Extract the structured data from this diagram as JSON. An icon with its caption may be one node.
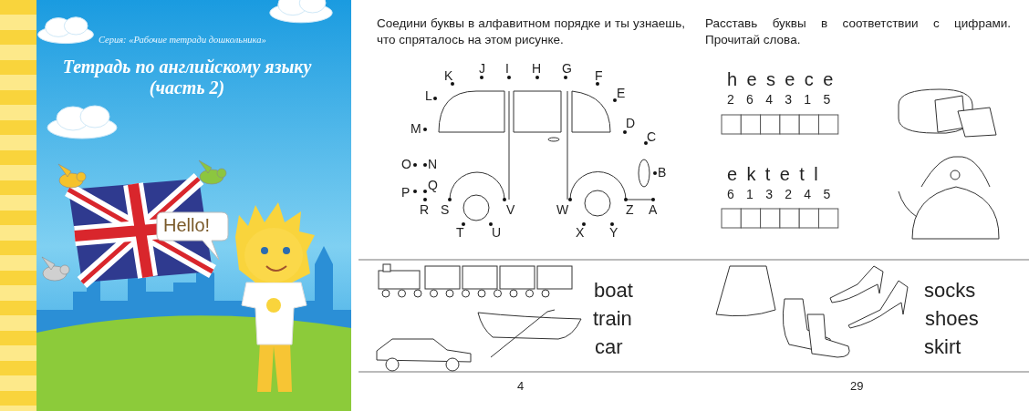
{
  "diagram": {
    "title": "Тетрадь по английскому языку (часть 2)",
    "nodes": [
      {
        "text": [
          "Hello!"
        ]
      }
    ],
    "labels": [
      "Серия: «Рабочие тетради дошкольника»",
      "Соедини буквы в алфавитном порядке и ты узнаешь, что спряталось на этом рисунке.",
      "Расставь буквы в соответствии с цифрами. Прочитай слова.",
      "K",
      "J",
      "I",
      "H",
      "G",
      "F",
      "L",
      "E",
      "M",
      "D",
      "C",
      "O",
      "N",
      "B",
      "P",
      "Q",
      "R",
      "S",
      "V",
      "W",
      "Z",
      "A",
      "T",
      "U",
      "X",
      "Y",
      "h e s e c e",
      "2 6 4 3 1 5",
      "e k t e t l",
      "6 1 3 2 4 5",
      "boat",
      "train",
      "car",
      "socks",
      "shoes",
      "skirt",
      "4",
      "29"
    ]
  }
}
